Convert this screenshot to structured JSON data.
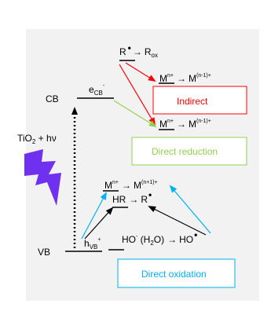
{
  "diagram": {
    "cb": {
      "label": "CB",
      "e_main": "e",
      "e_sub": "CB",
      "e_sup": "-"
    },
    "vb": {
      "label": "VB",
      "h_main": "h",
      "h_sub": "VB",
      "h_sup": "+"
    },
    "excitation": {
      "main": "TiO",
      "sub": "2",
      "rest": " + hν"
    },
    "reactions": {
      "r_ox": {
        "lhs": "R",
        "arrow": "→",
        "rhs_main": "R",
        "rhs_sub": "ox"
      },
      "m_reduction_1": {
        "lhs": "M",
        "lhs_sup": "n+",
        "arrow": "→",
        "rhs": "M",
        "rhs_sup": "(n-1)+"
      },
      "m_reduction_2": {
        "lhs": "M",
        "lhs_sup": "n+",
        "arrow": "→",
        "rhs": "M",
        "rhs_sup": "(n-1)+"
      },
      "m_oxidation": {
        "lhs": "M",
        "lhs_sup": "n+",
        "arrow": "→",
        "rhs": "M",
        "rhs_sup": "(n+1)+"
      },
      "hr": {
        "lhs": "HR",
        "arrow": "→",
        "rhs": "R"
      },
      "ho": {
        "lhs": "HO",
        "lhs_sup": "-",
        "mid": " (H",
        "mid_sub": "2",
        "mid_end": "O)",
        "arrow": "→",
        "rhs": "HO"
      }
    },
    "boxes": {
      "indirect": {
        "label": "Indirect",
        "color": "#ff0000"
      },
      "direct_reduction": {
        "label": "Direct reduction",
        "color": "#92d050"
      },
      "direct_oxidation": {
        "label": "Direct oxidation",
        "color": "#00b0f0"
      }
    },
    "colors": {
      "red": "#ff0000",
      "green": "#92d050",
      "blue": "#00b0f0",
      "black": "#000000",
      "lightning": "#7030f0"
    }
  }
}
